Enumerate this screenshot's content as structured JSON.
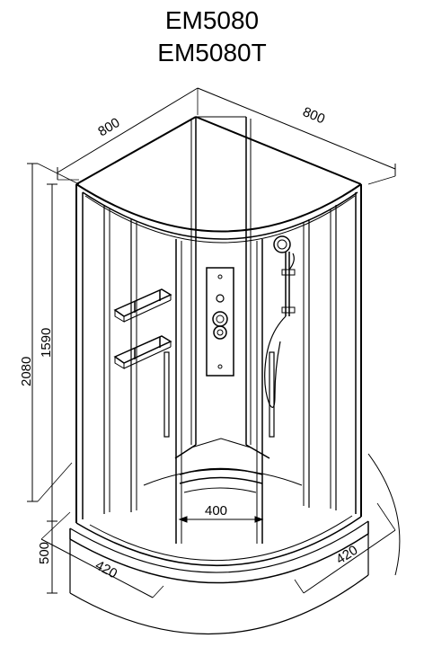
{
  "title_line1": "EM5080",
  "title_line2": "EM5080T",
  "dimensions": {
    "top_left_width": "800",
    "top_right_width": "800",
    "total_height": "2080",
    "cabin_height": "1590",
    "tray_height": "500",
    "tray_front_left": "420",
    "tray_front_right": "420",
    "seat_width": "400"
  }
}
